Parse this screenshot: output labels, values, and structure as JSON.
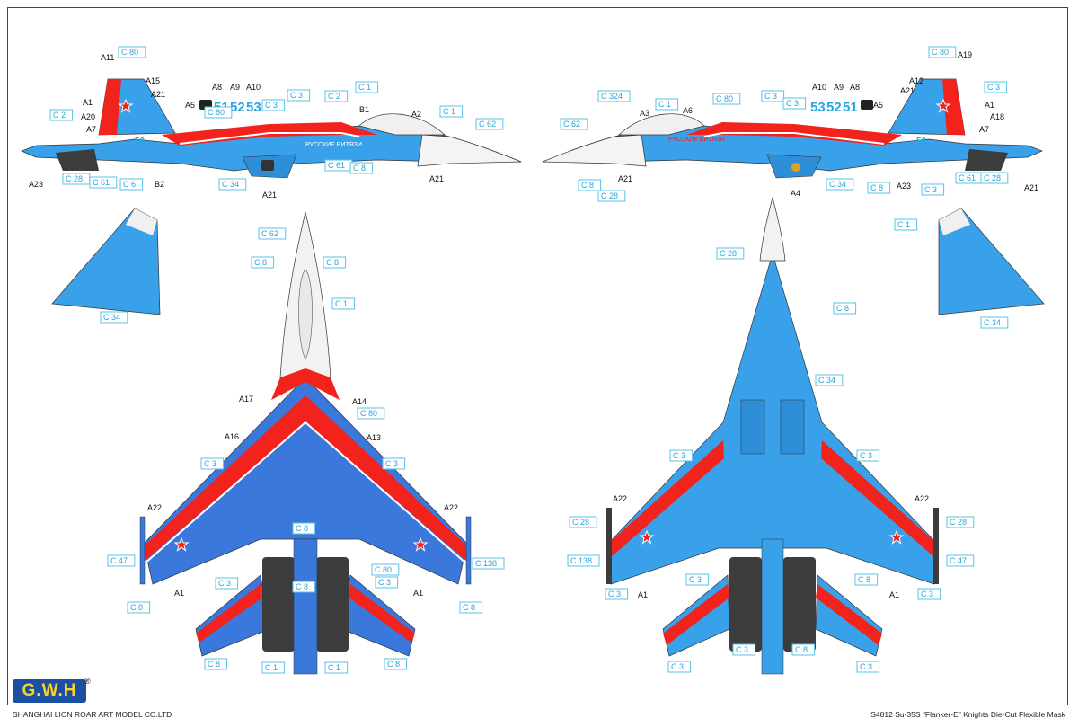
{
  "brand": {
    "logo": "G.W.H",
    "registered": "®"
  },
  "footer": {
    "company": "SHANGHAI LION ROAR ART MODEL CO.LTD",
    "product": "S4812 Su-35S \"Flanker-E\" Knights Die-Cut Flexible Mask"
  },
  "colors": {
    "blue": "#39a0ea",
    "red": "#f2221c",
    "dark": "#3c3c3c",
    "callout": "#2aa6d8"
  },
  "nose_numbers": {
    "left": [
      "51",
      "52",
      "53"
    ],
    "right": [
      "53",
      "52",
      "51"
    ],
    "tail": "50"
  },
  "side_script": "РУССКИЕ ВИТЯЗИ",
  "icon": "star-roundel-icon",
  "labels": {
    "left": [
      "A11",
      "A15",
      "A21",
      "A1",
      "A20",
      "A7",
      "A5",
      "A8",
      "A9",
      "A10",
      "B1",
      "A2",
      "A21",
      "A23",
      "B2",
      "A21"
    ],
    "right": [
      "A19",
      "A12",
      "A21",
      "A1",
      "A18",
      "A7",
      "A5",
      "A10",
      "A9",
      "A8",
      "A3",
      "A6",
      "A21",
      "A4",
      "A23",
      "A21"
    ],
    "top": [
      "A17",
      "A14",
      "A16",
      "A13",
      "A22",
      "A22",
      "A1",
      "A1"
    ],
    "bottom": [
      "A22",
      "A22",
      "A1",
      "A1"
    ]
  },
  "callouts": {
    "side_left": [
      "C 80",
      "C 80",
      "C 3",
      "C 3",
      "C 2",
      "C 1",
      "C 1",
      "C 62",
      "C 2",
      "C 28",
      "C 61",
      "C 6",
      "C 34",
      "C 61",
      "C 8"
    ],
    "side_right": [
      "C 80",
      "C 3",
      "C 324",
      "C 1",
      "C 80",
      "C 3",
      "C 3",
      "C 62",
      "C 8",
      "C 28",
      "C 34",
      "C 8",
      "C 3",
      "C 61",
      "C 28"
    ],
    "fins": [
      "C 34",
      "C 1",
      "C 34"
    ],
    "top_view": [
      "C 62",
      "C 8",
      "C 8",
      "C 1",
      "C 80",
      "C 3",
      "C 3",
      "C 47",
      "C 138",
      "C 8",
      "C 8",
      "C 8",
      "C 8",
      "C 80",
      "C 3",
      "C 3",
      "C 8",
      "C 8",
      "C 1",
      "C 1"
    ],
    "bottom_view": [
      "C 28",
      "C 8",
      "C 34",
      "C 3",
      "C 3",
      "C 28",
      "C 28",
      "C 138",
      "C 47",
      "C 3",
      "C 3",
      "C 3",
      "C 3",
      "C 3",
      "C 3",
      "C 8",
      "C 8"
    ]
  }
}
